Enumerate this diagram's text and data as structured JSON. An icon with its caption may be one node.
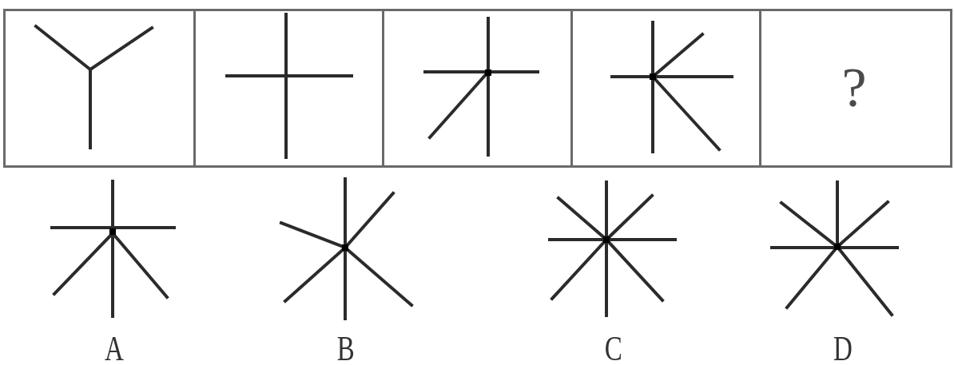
{
  "diagram": {
    "nodes": [
      {
        "text": [],
        "shape": "box"
      },
      {
        "text": [],
        "shape": "box"
      },
      {
        "text": [],
        "shape": "box"
      },
      {
        "text": [],
        "shape": "box"
      },
      {
        "text": [
          "?"
        ]
      },
      {
        "text": [],
        "shape": "picture",
        "beside": [
          "A"
        ]
      },
      {
        "text": [],
        "shape": "picture",
        "beside": [
          "B"
        ]
      },
      {
        "text": [],
        "shape": "picture",
        "beside": [
          "C"
        ]
      },
      {
        "text": [],
        "shape": "picture",
        "beside": [
          "D"
        ]
      }
    ]
  }
}
